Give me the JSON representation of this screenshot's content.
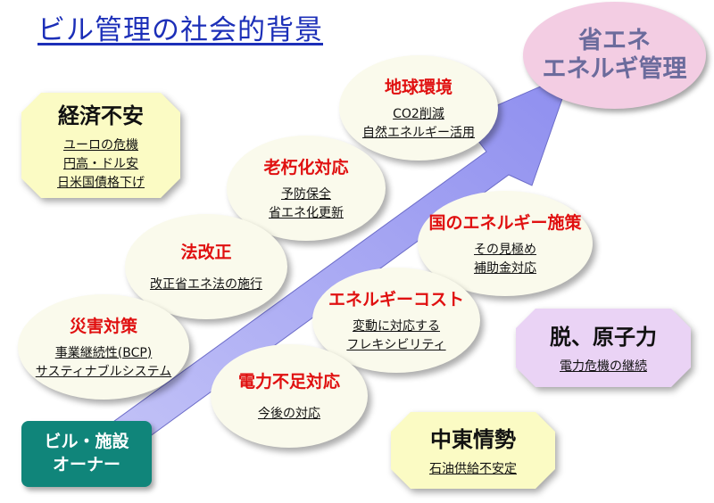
{
  "title": "ビル管理の社会的背景",
  "goal": {
    "line1": "省エネ",
    "line2": "エネルギ管理"
  },
  "owner": {
    "line1": "ビル・施設",
    "line2": "オーナー"
  },
  "bubbles": [
    {
      "heading": "地球環境",
      "lines": [
        "CO2削減",
        "自然エネルギー活用"
      ]
    },
    {
      "heading": "老朽化対応",
      "lines": [
        "予防保全",
        "省エネ化更新"
      ]
    },
    {
      "heading": "法改正",
      "lines": [
        "改正省エネ法の施行"
      ]
    },
    {
      "heading": "災害対策",
      "lines": [
        "事業継続性(BCP)",
        "サスティナブルシステム"
      ]
    },
    {
      "heading": "国のエネルギー施策",
      "lines": [
        "その見極め",
        "補助金対応"
      ]
    },
    {
      "heading": "エネルギーコスト",
      "lines": [
        "変動に対応する",
        "フレキシビリティ"
      ]
    },
    {
      "heading": "電力不足対応",
      "lines": [
        "今後の対応"
      ]
    }
  ],
  "boxes": [
    {
      "heading": "経済不安",
      "lines": [
        "ユーロの危機",
        "円高・ドル安",
        "日米国債格下げ"
      ],
      "color": "#fbfbc4"
    },
    {
      "heading": "脱、原子力",
      "lines": [
        "電力危機の継続"
      ],
      "color": "#ead3f5"
    },
    {
      "heading": "中東情勢",
      "lines": [
        "石油供給不安定"
      ],
      "color": "#fbfbc4"
    }
  ],
  "colors": {
    "arrow": "#9c9cf2",
    "accent_text": "#e01010",
    "title": "#1c2fb8"
  }
}
